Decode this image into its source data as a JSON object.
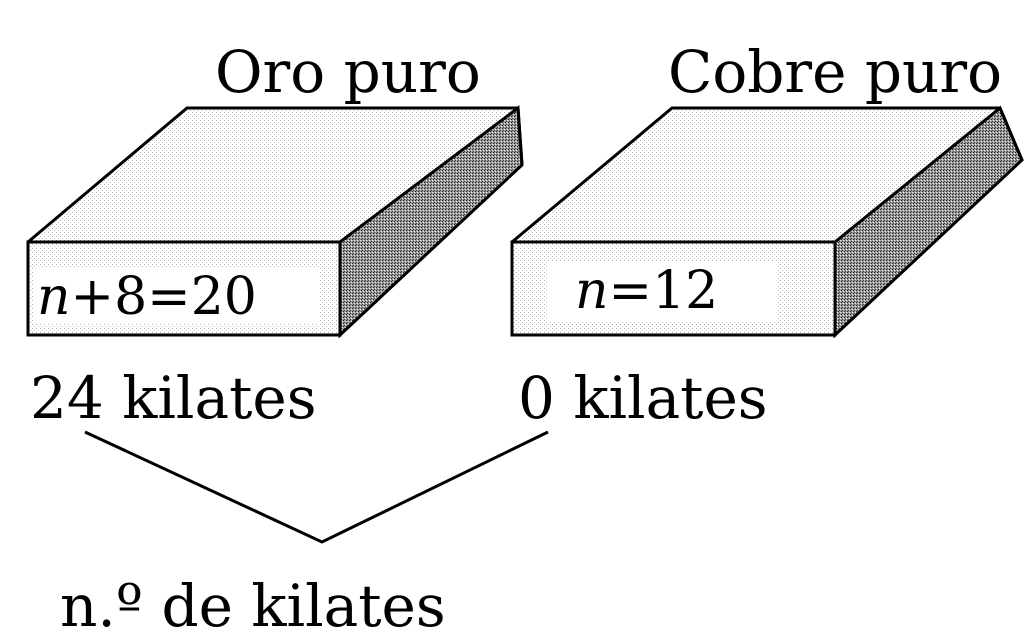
{
  "left_block": {
    "title": "Oro puro",
    "variable": "n",
    "expression_rest": "+8=20",
    "caption": "24 kilates"
  },
  "right_block": {
    "title": "Cobre puro",
    "variable": "n",
    "expression_rest": "=12",
    "caption": "0 kilates"
  },
  "bottom_label": "n.º de kilates"
}
